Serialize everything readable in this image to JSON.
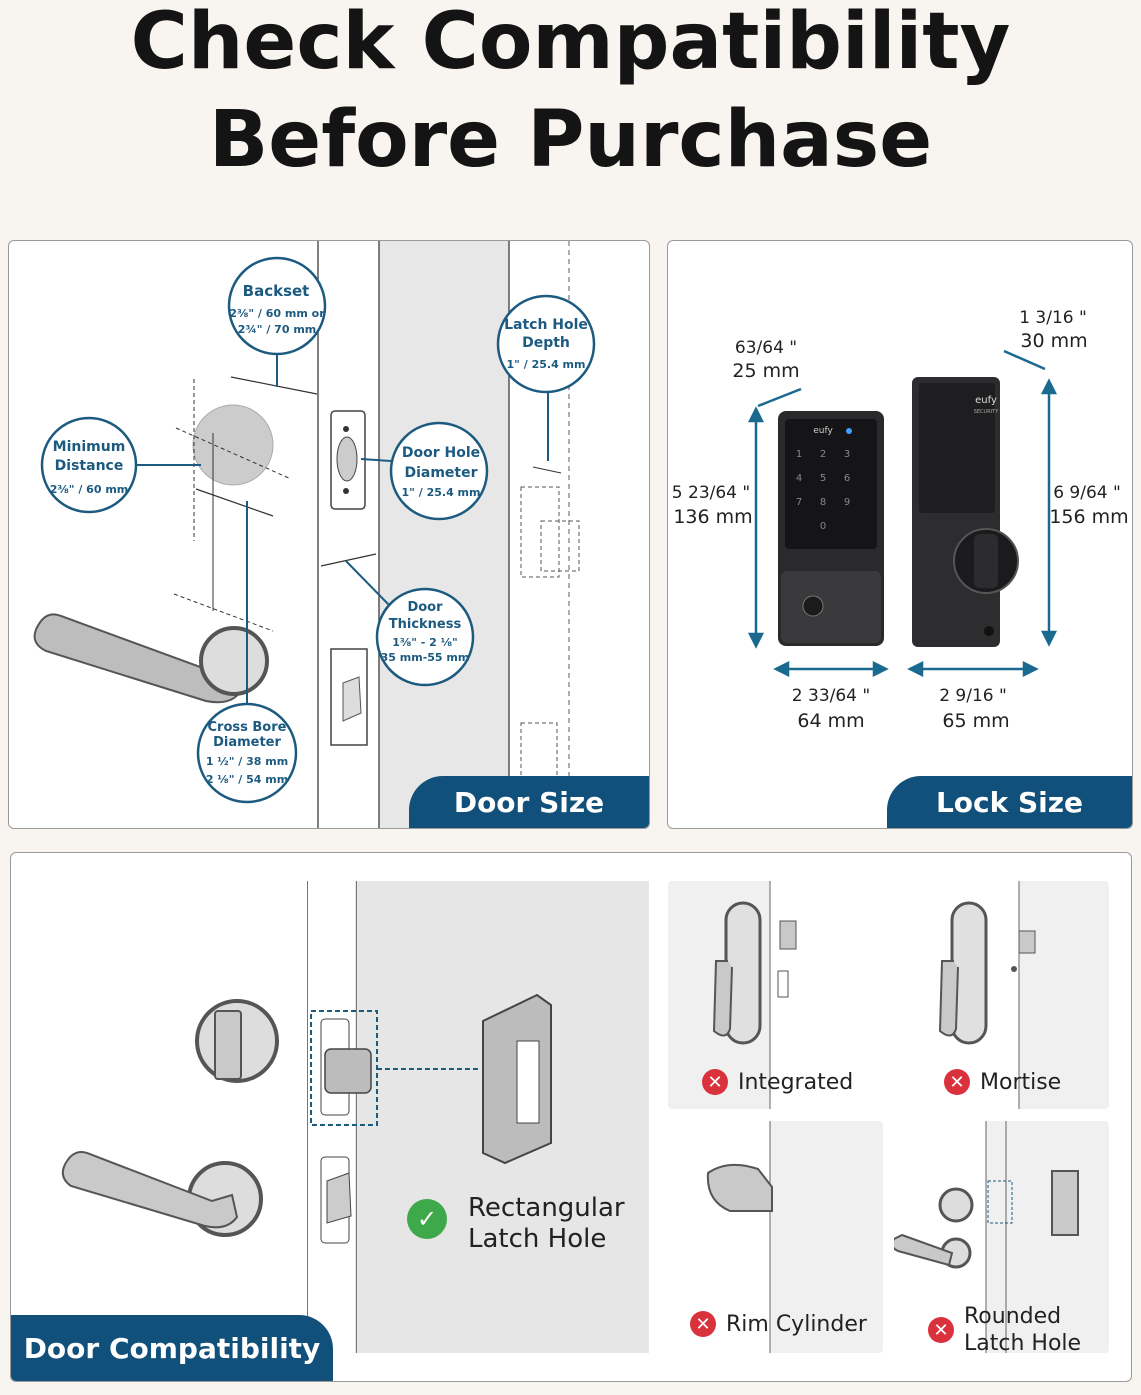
{
  "title": {
    "line1": "Check Compatibility",
    "line2": "Before Purchase"
  },
  "door_size": {
    "tag": "Door Size",
    "backset": {
      "label": "Backset",
      "line1": "2⅜\" / 60 mm or",
      "line2": "2¾\" / 70 mm"
    },
    "minimum_distance": {
      "label1": "Minimum",
      "label2": "Distance",
      "value": "2⅜\" / 60 mm"
    },
    "latch_hole_depth": {
      "label1": "Latch Hole",
      "label2": "Depth",
      "value": "1\" / 25.4 mm"
    },
    "door_hole_diameter": {
      "label1": "Door Hole",
      "label2": "Diameter",
      "value": "1\" / 25.4 mm"
    },
    "door_thickness": {
      "label1": "Door",
      "label2": "Thickness",
      "value1": "1⅜\" - 2 ⅛\"",
      "value2": "35 mm-55 mm"
    },
    "cross_bore": {
      "label1": "Cross Bore",
      "label2": "Diameter",
      "value1": "1 ½\" / 38 mm",
      "value2": "2 ⅛\" / 54 mm"
    }
  },
  "lock_size": {
    "tag": "Lock Size",
    "keypad_depth": {
      "fraction": "63/64 \"",
      "mm": "25 mm"
    },
    "keypad_height": {
      "fraction": "5 23/64 \"",
      "mm": "136 mm"
    },
    "keypad_width": {
      "fraction": "2 33/64 \"",
      "mm": "64 mm"
    },
    "interior_depth": {
      "fraction": "1 3/16 \"",
      "mm": "30 mm"
    },
    "interior_height": {
      "fraction": "6 9/64 \"",
      "mm": "156 mm"
    },
    "interior_width": {
      "fraction": "2 9/16 \"",
      "mm": "65 mm"
    },
    "brand": "eufy",
    "brand_sub": "SECURITY",
    "keypad_keys": [
      "1",
      "2",
      "3",
      "4",
      "5",
      "6",
      "7",
      "8",
      "9",
      "0"
    ]
  },
  "door_compatibility": {
    "tag": "Door Compatibility",
    "compatible": {
      "line1": "Rectangular",
      "line2": "Latch Hole",
      "icon": "check-icon",
      "color": "#3ea94a"
    },
    "incompatible": [
      {
        "label": "Integrated"
      },
      {
        "label": "Mortise"
      },
      {
        "label": "Rim Cylinder"
      },
      {
        "label1": "Rounded",
        "label2": "Latch Hole"
      }
    ],
    "x_color": "#d9323c"
  },
  "colors": {
    "accent": "#11507a",
    "callout": "#1c5a80"
  }
}
